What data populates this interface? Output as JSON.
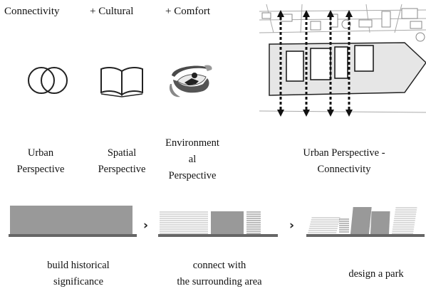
{
  "header": {
    "items": [
      "Connectivity",
      "+ Cultural",
      "+ Comfort"
    ]
  },
  "icons": [
    {
      "name": "interlocking-rings-icon"
    },
    {
      "name": "open-book-icon"
    },
    {
      "name": "comfort-cushion-icon"
    }
  ],
  "perspectives": [
    {
      "lines": [
        "Urban",
        "Perspective"
      ]
    },
    {
      "lines": [
        "Spatial",
        "Perspective"
      ]
    },
    {
      "lines": [
        "Environment",
        "al",
        "Perspective"
      ]
    }
  ],
  "map": {
    "caption_lines": [
      "Urban Perspective -",
      "Connectivity"
    ]
  },
  "process": {
    "separator": "›",
    "steps": [
      {
        "lines": [
          "build historical",
          "significance"
        ]
      },
      {
        "lines": [
          "connect with",
          "the surrounding area"
        ]
      },
      {
        "lines": [
          "design a park"
        ]
      }
    ]
  },
  "colors": {
    "line_dark": "#333333",
    "line_mid": "#777777",
    "line_light": "#b5b5b5",
    "map_fill": "#e6e6e6"
  }
}
